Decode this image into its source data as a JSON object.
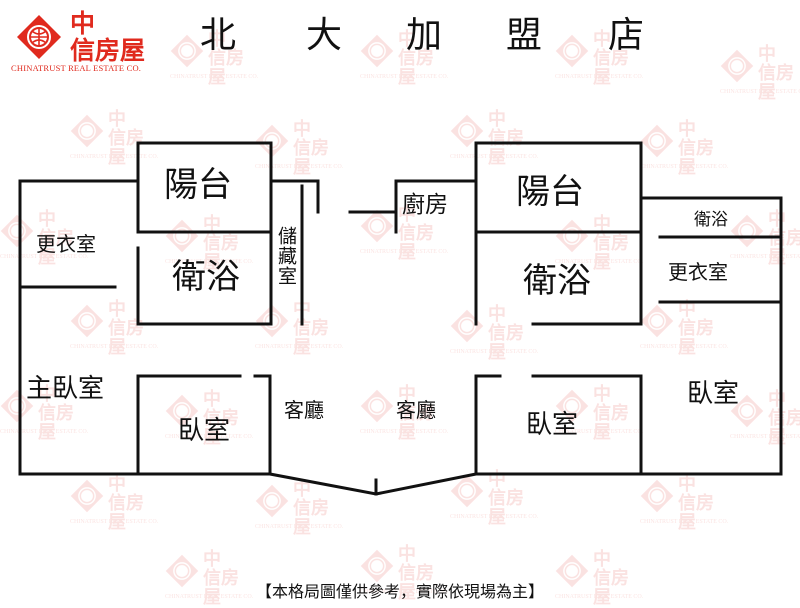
{
  "logo": {
    "brand_line1": "中",
    "brand_line2": "信房屋",
    "subtitle": "CHINATRUST REAL ESTATE CO."
  },
  "title": {
    "chars": [
      "北",
      "大",
      "加",
      "盟",
      "店"
    ]
  },
  "rooms": {
    "left_balcony": "陽台",
    "left_bathroom": "衛浴",
    "left_walk_in_closet": "更衣室",
    "master_bedroom": "主臥室",
    "left_bedroom": "臥室",
    "storage": "儲藏室",
    "left_living_room": "客廳",
    "right_living_room": "客廳",
    "kitchen": "廚房",
    "right_balcony": "陽台",
    "right_bathroom": "衛浴",
    "right_small_bathroom": "衛浴",
    "right_walk_in_closet": "更衣室",
    "right_bedroom": "臥室",
    "right_far_bedroom": "臥室"
  },
  "footer": {
    "disclaimer": "【本格局圖僅供參考，實際依現場為主】"
  },
  "colors": {
    "brand_red": "#e02a1e",
    "wall": "#111111"
  }
}
